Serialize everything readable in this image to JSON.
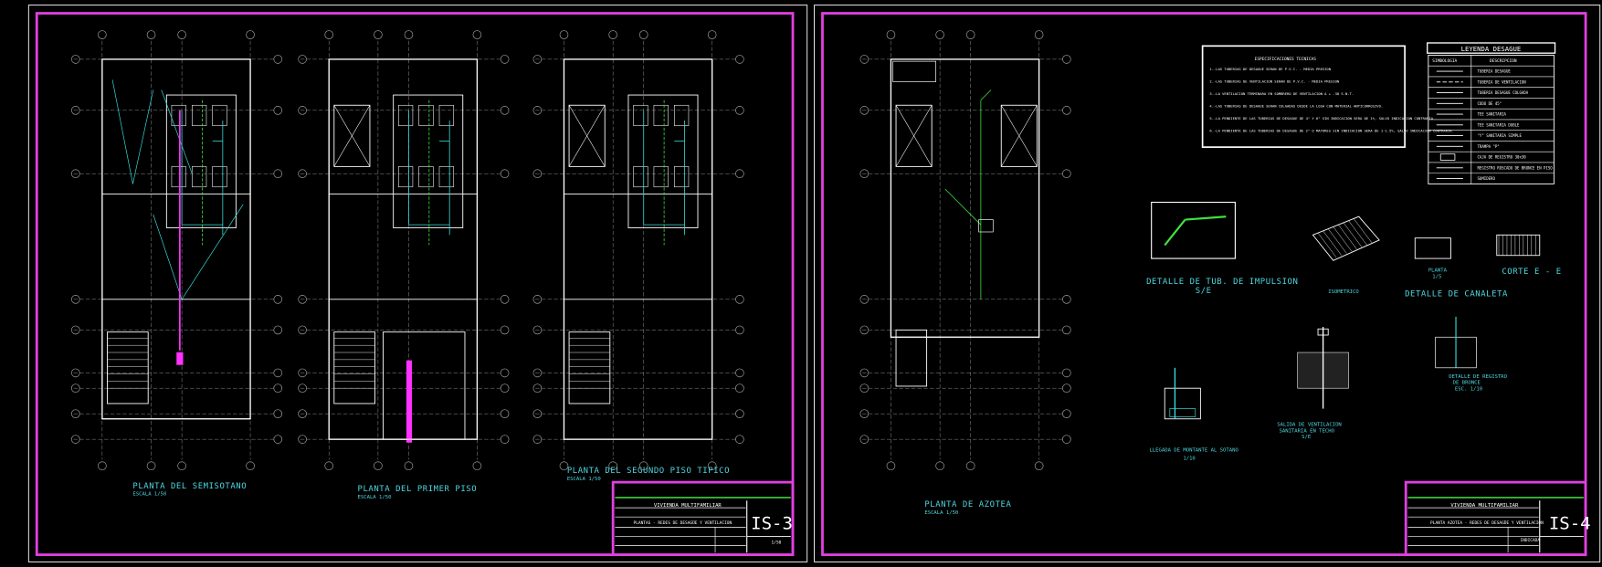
{
  "sheets": [
    {
      "sheet_number": "IS-3",
      "project": "VIVIENDA MULTIFAMILIAR",
      "drawing": "PLANTAS - REDES DE DESAGÜE Y VENTILACION",
      "scale": "1/50",
      "plans": [
        {
          "title": "PLANTA DEL SEMISOTANO",
          "scale": "ESCALA 1/50"
        },
        {
          "title": "PLANTA DEL PRIMER PISO",
          "scale": "ESCALA 1/50"
        },
        {
          "title": "PLANTA DEL SEGUNDO PISO TIPICO",
          "scale": "ESCALA 1/50"
        }
      ]
    },
    {
      "sheet_number": "IS-4",
      "project": "VIVIENDA MULTIFAMILIAR",
      "drawing": "PLANTA AZOTEA - REDES DE DESAGÜE Y VENTILACION",
      "scale": "INDICADA",
      "plans": [
        {
          "title": "PLANTA DE AZOTEA",
          "scale": "ESCALA 1/50"
        }
      ],
      "details": {
        "impulsion": {
          "title": "DETALLE DE TUB. DE IMPULSION",
          "scale": "S/E"
        },
        "isometrico": {
          "title": "ISOMETRICO"
        },
        "planta": {
          "title": "PLANTA",
          "scale": "1/5"
        },
        "corte": {
          "title": "CORTE E - E"
        },
        "canaleta": {
          "title": "DETALLE DE CANALETA"
        },
        "montante": {
          "title": "LLEGADA DE MONTANTE AL SOTANO",
          "scale": "1/10"
        },
        "ventilacion": {
          "line1": "SALIDA DE VENTILACION",
          "line2": "SANITARIA EN TECHO",
          "scale": "S/E"
        },
        "registro": {
          "line1": "DETALLE DE REGISTRO",
          "line2": "DE BRONCE",
          "scale": "ESC. 1/10"
        }
      },
      "specifications": {
        "title": "ESPECIFICACIONES TECNICAS",
        "items": [
          "1.-LAS TUBERIAS DE DESAGUE SERAN DE P.V.C. - MEDIA PRESION",
          "2.-LAS TUBERIAS DE VENTILACION SERAN DE P.V.C. - MEDIA PRESION",
          "3.-LA VENTILACION TERMINARA EN SOMBRERO DE VENTILACION A + .30 S.N.T.",
          "4.-LAS TUBERIAS DE DESAGUE SERAN COLGADAS DESDE LA LOSA CON MATERIAL ANTICORROSIVO.",
          "5.-LA PENDIENTE DE LAS TUBERIAS DE DESAGUE DE 4\" Y 6\" SIN INDICACION SERA DE 1%, SALVO INDICACION CONTRARIA.",
          "6.-LA PENDIENTE DE LAS TUBERIAS DE DESAGUE DE 2\" O MAYORES SIN INDICACION SERA DE 1-1.5%, SALVO INDICACION CONTRARIA."
        ]
      },
      "legend": {
        "title": "LEYENDA DESAGUE",
        "headers": [
          "SIMBOLOGIA",
          "DESCRIPCION"
        ],
        "rows": [
          {
            "symbol": "solid-line",
            "label": "TUBERIA DESAGUE"
          },
          {
            "symbol": "dashed-line",
            "label": "TUBERIA DE VENTILACION"
          },
          {
            "symbol": "hung-pipe",
            "label": "TUBERIA DESAGUE COLGADA"
          },
          {
            "symbol": "elbow-45",
            "label": "CODO DE 45°"
          },
          {
            "symbol": "tee",
            "label": "TEE SANITARIA"
          },
          {
            "symbol": "double-tee",
            "label": "TEE SANITARIA DOBLE"
          },
          {
            "symbol": "wye",
            "label": "\"Y\" SANITARIA SIMPLE"
          },
          {
            "symbol": "p-trap",
            "label": "TRAMPA \"P\""
          },
          {
            "symbol": "box",
            "label": "CAJA DE REGISTRO 30x30"
          },
          {
            "symbol": "cleanout",
            "label": "REGISTRO ROSCADO DE BRONCE EN PISO"
          },
          {
            "symbol": "drain",
            "label": "SUMIDERO"
          }
        ]
      }
    }
  ],
  "colors": {
    "background": "#000000",
    "frame": "#e040e0",
    "titleblock_line": "#3ed03e",
    "pipes_drain": "#38e0e0",
    "pipes_vent": "#40e040",
    "walls": "#ffffff",
    "grid": "#a0a0a0",
    "labels": "#4fd6e0",
    "riser": "#ff33ff"
  }
}
